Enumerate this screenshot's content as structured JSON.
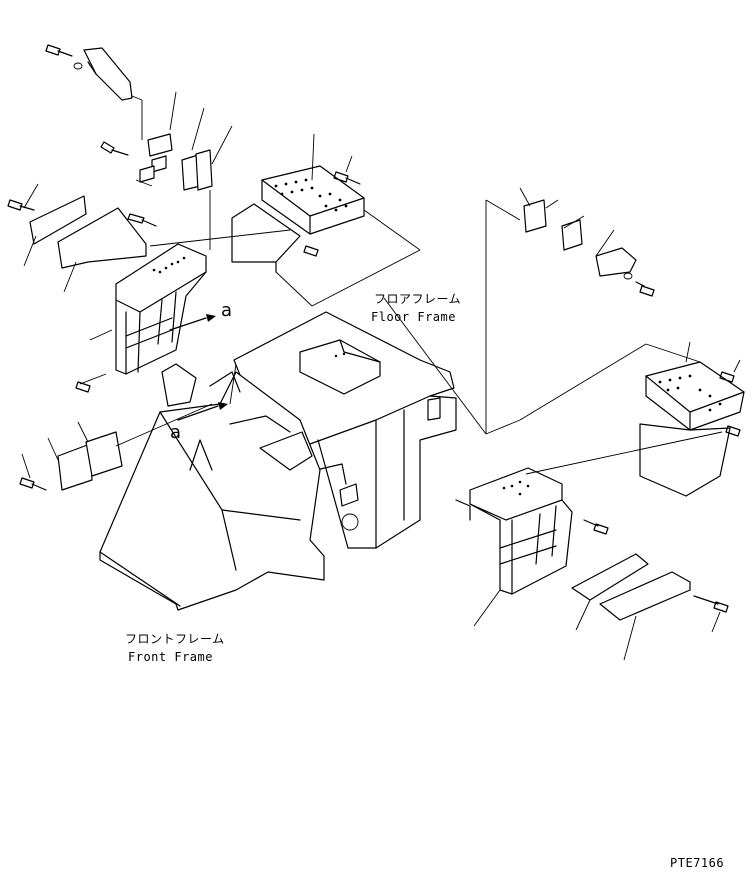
{
  "labels": {
    "floor_frame_jp": "フロアフレーム",
    "floor_frame_en": "Floor Frame",
    "front_frame_jp": "フロントフレーム",
    "front_frame_en": "Front Frame",
    "view_mark_upper": "a",
    "view_mark_lower": "a",
    "drawing_number": "PTE7166"
  }
}
